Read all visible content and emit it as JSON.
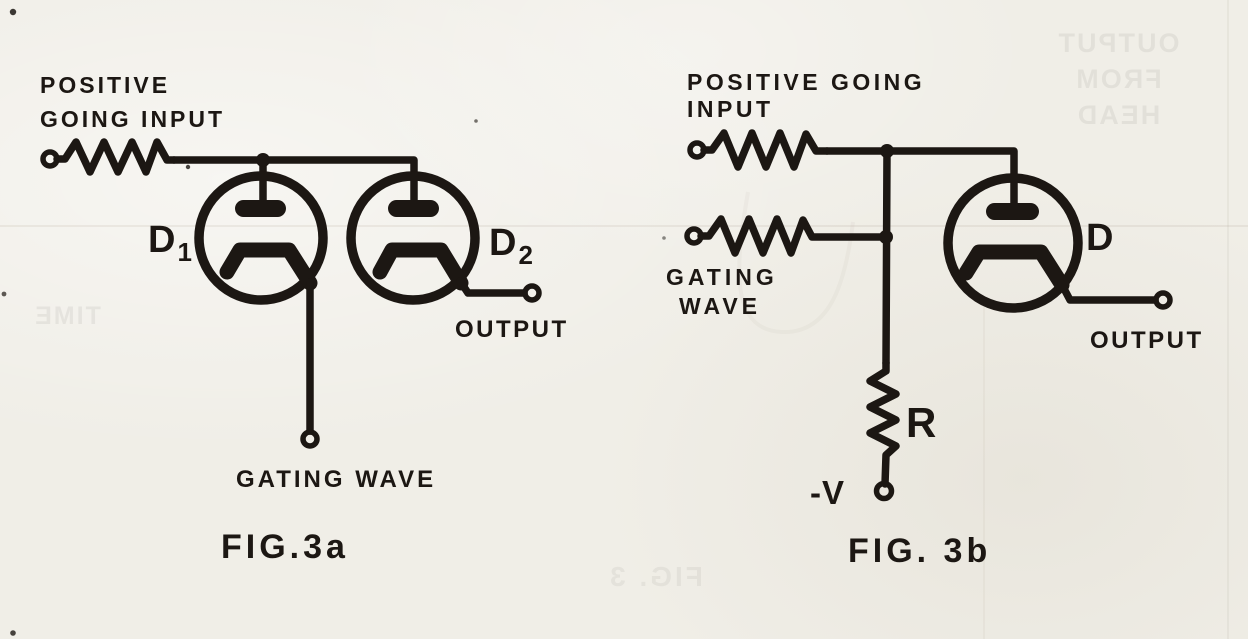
{
  "colors": {
    "paper": "#f0eee7",
    "ink": "#1c1713"
  },
  "figures": [
    {
      "caption": "FIG.3a",
      "input_label": [
        "POSITIVE",
        "GOING INPUT"
      ],
      "diode1": {
        "name": "D",
        "sub": "1"
      },
      "diode2": {
        "name": "D",
        "sub": "2"
      },
      "output_label": "OUTPUT",
      "gating_label": "GATING WAVE"
    },
    {
      "caption": "FIG. 3b",
      "input_label": [
        "POSITIVE GOING",
        "INPUT"
      ],
      "gating_label": [
        "GATING",
        "WAVE"
      ],
      "diode": "D",
      "resistor_label": "R",
      "bias_label": "-V",
      "output_label": "OUTPUT"
    }
  ],
  "artifacts": {
    "bleedthrough": [
      "OUTPUT",
      "FROM",
      "HEAD",
      "TIME",
      "FIG. 3"
    ]
  }
}
